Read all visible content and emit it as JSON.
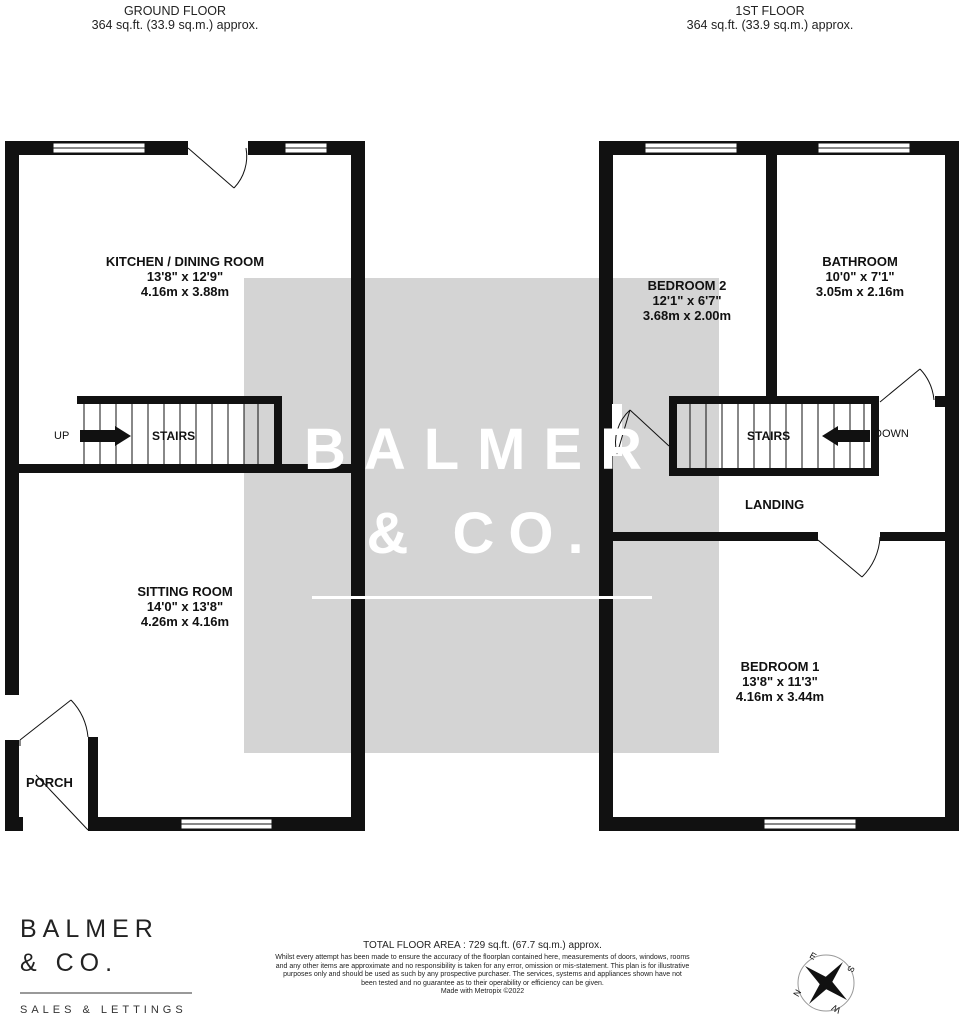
{
  "ground_floor": {
    "title": "GROUND FLOOR",
    "area": "364 sq.ft. (33.9 sq.m.) approx."
  },
  "first_floor": {
    "title": "1ST FLOOR",
    "area": "364 sq.ft. (33.9 sq.m.) approx."
  },
  "rooms": {
    "kitchen": {
      "name": "KITCHEN / DINING ROOM",
      "imperial": "13'8\"  x 12'9\"",
      "metric": "4.16m  x 3.88m"
    },
    "sitting": {
      "name": "SITTING ROOM",
      "imperial": "14'0\"  x 13'8\"",
      "metric": "4.26m  x 4.16m"
    },
    "porch": {
      "name": "PORCH"
    },
    "stairs_ground": {
      "name": "STAIRS",
      "direction": "UP"
    },
    "bedroom2": {
      "name": "BEDROOM 2",
      "imperial": "12'1\"  x 6'7\"",
      "metric": "3.68m  x 2.00m"
    },
    "bathroom": {
      "name": "BATHROOM",
      "imperial": "10'0\"  x 7'1\"",
      "metric": "3.05m  x 2.16m"
    },
    "stairs_first": {
      "name": "STAIRS",
      "direction": "DOWN"
    },
    "landing": {
      "name": "LANDING"
    },
    "bedroom1": {
      "name": "BEDROOM 1",
      "imperial": "13'8\"  x 11'3\"",
      "metric": "4.16m  x 3.44m"
    }
  },
  "watermark": {
    "line1": "BALMER",
    "line2": "& CO."
  },
  "logo": {
    "line1": "BALMER",
    "line2": "& CO.",
    "tagline": "SALES & LETTINGS"
  },
  "footer": {
    "total": "TOTAL FLOOR AREA : 729 sq.ft. (67.7 sq.m.) approx.",
    "disclaimer": "Whilst every attempt has been made to ensure the accuracy of the floorplan contained here, measurements of doors, windows, rooms and any other items are approximate and no responsibility is taken for any error, omission or mis-statement. This plan is for illustrative purposes only and should be used as such by any prospective purchaser. The services, systems and appliances shown have not been tested and no guarantee as to their operability or efficiency can be given.",
    "made_with": "Made with Metropix ©2022"
  },
  "compass": {
    "icon": "compass-icon",
    "letters": [
      "N",
      "E",
      "S",
      "W"
    ]
  },
  "colors": {
    "wall": "#111111",
    "watermark_bg": "#d4d4d4",
    "window": "#ffffff"
  }
}
